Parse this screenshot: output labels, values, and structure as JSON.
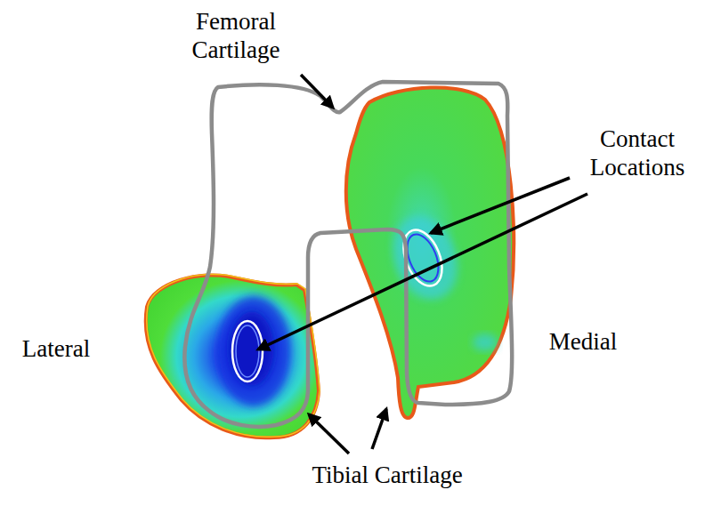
{
  "diagram": {
    "labels": [
      "Femoral Cartilage",
      "Contact Locations",
      "Lateral",
      "Medial",
      "Tibial Cartilage"
    ]
  }
}
